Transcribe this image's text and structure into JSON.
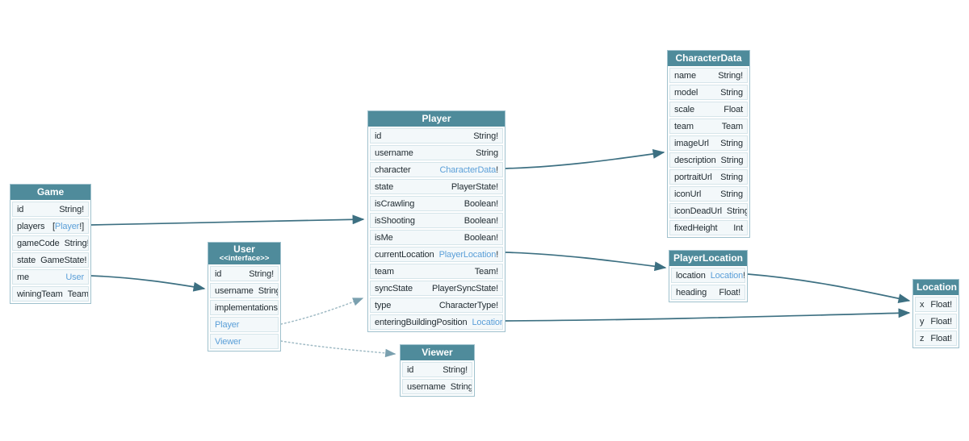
{
  "diagram": {
    "tables": {
      "game": {
        "title": "Game",
        "fields": [
          {
            "name": "id",
            "post": "String!"
          },
          {
            "name": "players",
            "pre": "[",
            "link": "Player",
            "post": "!]"
          },
          {
            "name": "gameCode",
            "post": "String!"
          },
          {
            "name": "state",
            "post": "GameState!"
          },
          {
            "name": "me",
            "link": "User"
          },
          {
            "name": "winingTeam",
            "post": "Team"
          }
        ]
      },
      "user": {
        "title": "User",
        "subtitle": "<<interface>>",
        "fields": [
          {
            "name": "id",
            "post": "String!"
          },
          {
            "name": "username",
            "post": "String"
          },
          {
            "name": "implementations"
          },
          {
            "name_link": "Player"
          },
          {
            "name_link": "Viewer"
          }
        ]
      },
      "player": {
        "title": "Player",
        "fields": [
          {
            "name": "id",
            "post": "String!"
          },
          {
            "name": "username",
            "post": "String"
          },
          {
            "name": "character",
            "link": "CharacterData",
            "post": "!"
          },
          {
            "name": "state",
            "post": "PlayerState!"
          },
          {
            "name": "isCrawling",
            "post": "Boolean!"
          },
          {
            "name": "isShooting",
            "post": "Boolean!"
          },
          {
            "name": "isMe",
            "post": "Boolean!"
          },
          {
            "name": "currentLocation",
            "link": "PlayerLocation",
            "post": "!"
          },
          {
            "name": "team",
            "post": "Team!"
          },
          {
            "name": "syncState",
            "post": "PlayerSyncState!"
          },
          {
            "name": "type",
            "post": "CharacterType!"
          },
          {
            "name": "enteringBuildingPosition",
            "link": "Location"
          }
        ]
      },
      "viewer": {
        "title": "Viewer",
        "fields": [
          {
            "name": "id",
            "post": "String!"
          },
          {
            "name": "username",
            "post": "String"
          }
        ]
      },
      "characterdata": {
        "title": "CharacterData",
        "fields": [
          {
            "name": "name",
            "post": "String!"
          },
          {
            "name": "model",
            "post": "String"
          },
          {
            "name": "scale",
            "post": "Float"
          },
          {
            "name": "team",
            "post": "Team"
          },
          {
            "name": "imageUrl",
            "post": "String"
          },
          {
            "name": "description",
            "post": "String"
          },
          {
            "name": "portraitUrl",
            "post": "String"
          },
          {
            "name": "iconUrl",
            "post": "String"
          },
          {
            "name": "iconDeadUrl",
            "post": "String"
          },
          {
            "name": "fixedHeight",
            "post": "Int"
          }
        ]
      },
      "playerlocation": {
        "title": "PlayerLocation",
        "fields": [
          {
            "name": "location",
            "link": "Location",
            "post": "!"
          },
          {
            "name": "heading",
            "post": "Float!"
          }
        ]
      },
      "location": {
        "title": "Location",
        "fields": [
          {
            "name": "x",
            "post": "Float!"
          },
          {
            "name": "y",
            "post": "Float!"
          },
          {
            "name": "z",
            "post": "Float!"
          }
        ]
      }
    },
    "edges": [
      {
        "from": "Game.players",
        "to": "Player",
        "style": "solid"
      },
      {
        "from": "Game.me",
        "to": "User",
        "style": "solid"
      },
      {
        "from": "Player.character",
        "to": "CharacterData",
        "style": "solid"
      },
      {
        "from": "Player.currentLocation",
        "to": "PlayerLocation",
        "style": "solid"
      },
      {
        "from": "Player.enteringBuildingPosition",
        "to": "Location",
        "style": "solid"
      },
      {
        "from": "PlayerLocation.location",
        "to": "Location",
        "style": "solid"
      },
      {
        "from": "User.Player",
        "to": "Player",
        "style": "dotted"
      },
      {
        "from": "User.Viewer",
        "to": "Viewer",
        "style": "dotted"
      }
    ],
    "colors": {
      "header_teal": "#4f8b9b",
      "link_blue": "#5b9fd8",
      "arrow_solid": "#3d7082",
      "arrow_dotted": "#9fbac4",
      "row_bg": "#f3f8fa"
    }
  }
}
